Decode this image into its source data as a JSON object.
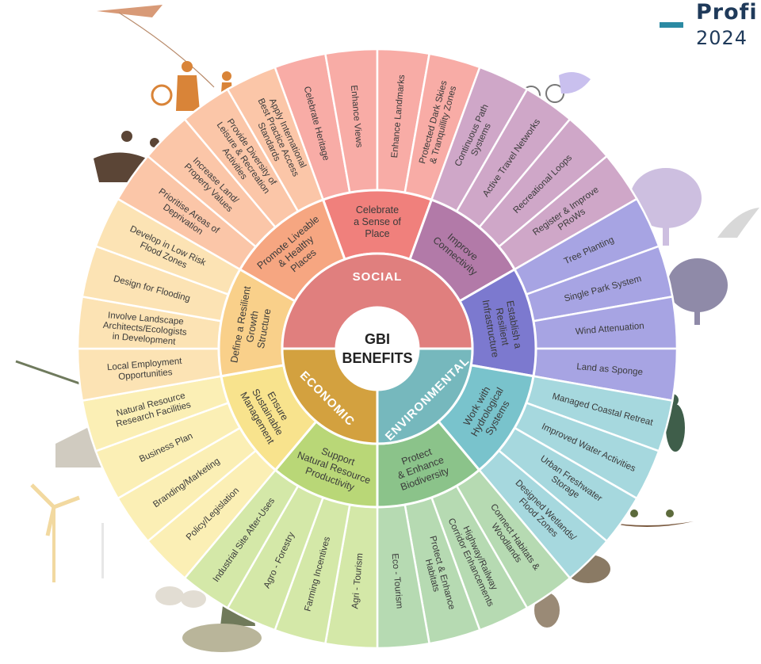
{
  "header": {
    "title": "Profi",
    "subtitle": "2024"
  },
  "center": {
    "line1": "GBI",
    "line2": "BENEFITS"
  },
  "colors": {
    "social": "#e07f7e",
    "environmental": "#76b8bd",
    "economic": "#d3a13f"
  },
  "categories": [
    {
      "label": "SOCIAL"
    },
    {
      "label": "ENVIRONMENTAL"
    },
    {
      "label": "ECONOMIC"
    }
  ],
  "themes": [
    {
      "lines": [
        "Celebrate",
        "a Sense of",
        "Place"
      ],
      "color": "#f0807c"
    },
    {
      "lines": [
        "Improve",
        "Connectivity"
      ],
      "color": "#b27aa8"
    },
    {
      "lines": [
        "Establish a",
        "Resilient",
        "Infrastructure"
      ],
      "color": "#7c79cf"
    },
    {
      "lines": [
        "Work with",
        "Hydrological",
        "Systems"
      ],
      "color": "#79c3cc"
    },
    {
      "lines": [
        "Protect",
        "& Enhance",
        "Biodiversity"
      ],
      "color": "#8bc38a"
    },
    {
      "lines": [
        "Support",
        "Natural Resource",
        "Productivity"
      ],
      "color": "#b9d777"
    },
    {
      "lines": [
        "Ensure",
        "Sustainable",
        "Management"
      ],
      "color": "#f8e38d"
    },
    {
      "lines": [
        "Define a Resilient",
        "Growth",
        "Structure"
      ],
      "color": "#f9d08a"
    },
    {
      "lines": [
        "Promote Liveable",
        "& Healthy",
        "Places"
      ],
      "color": "#f6a681"
    }
  ],
  "actions": [
    {
      "lines": [
        "Celebrate Heritage"
      ],
      "color": "#f8aca6"
    },
    {
      "lines": [
        "Enhance Views"
      ],
      "color": "#f8aca6"
    },
    {
      "lines": [
        "Enhance Landmarks"
      ],
      "color": "#f8aca6"
    },
    {
      "lines": [
        "Protected Dark Skies",
        "& Tranquillity Zones"
      ],
      "color": "#f8aca6"
    },
    {
      "lines": [
        "Continuous Path",
        "Systems"
      ],
      "color": "#cfa7c8"
    },
    {
      "lines": [
        "Active Travel Networks"
      ],
      "color": "#cfa7c8"
    },
    {
      "lines": [
        "Recreational Loops"
      ],
      "color": "#cfa7c8"
    },
    {
      "lines": [
        "Register & Improve",
        "PRoWs"
      ],
      "color": "#cfa7c8"
    },
    {
      "lines": [
        "Tree Planting"
      ],
      "color": "#a7a4e3"
    },
    {
      "lines": [
        "Single Park System"
      ],
      "color": "#a7a4e3"
    },
    {
      "lines": [
        "Wind Attenuation"
      ],
      "color": "#a7a4e3"
    },
    {
      "lines": [
        "Land as Sponge"
      ],
      "color": "#a7a4e3"
    },
    {
      "lines": [
        "Managed Coastal Retreat"
      ],
      "color": "#a6d8de"
    },
    {
      "lines": [
        "Improved Water Activities"
      ],
      "color": "#a6d8de"
    },
    {
      "lines": [
        "Urban Freshwater",
        "Storage"
      ],
      "color": "#a6d8de"
    },
    {
      "lines": [
        "Designed Wetlands/",
        "Flood Zones"
      ],
      "color": "#a6d8de"
    },
    {
      "lines": [
        "Connect Habitats &",
        "Woodlands"
      ],
      "color": "#b6dab2"
    },
    {
      "lines": [
        "Highway/Railway",
        "Corridor Enhancements"
      ],
      "color": "#b6dab2"
    },
    {
      "lines": [
        "Protect & Enhance",
        "Habitats"
      ],
      "color": "#b6dab2"
    },
    {
      "lines": [
        "Eco - Tourism"
      ],
      "color": "#b6dab2"
    },
    {
      "lines": [
        "Agri - Tourism"
      ],
      "color": "#d4e8a8"
    },
    {
      "lines": [
        "Farming Incentives"
      ],
      "color": "#d4e8a8"
    },
    {
      "lines": [
        "Agro - Forestry"
      ],
      "color": "#d4e8a8"
    },
    {
      "lines": [
        "Industrial Site After-Uses"
      ],
      "color": "#d4e8a8"
    },
    {
      "lines": [
        "Policy/Legislation"
      ],
      "color": "#fbefb5"
    },
    {
      "lines": [
        "Branding/Marketing"
      ],
      "color": "#fbefb5"
    },
    {
      "lines": [
        "Business Plan"
      ],
      "color": "#fbefb5"
    },
    {
      "lines": [
        "Natural Resource",
        "Research Facilities"
      ],
      "color": "#fbefb5"
    },
    {
      "lines": [
        "Local Employment",
        "Opportunities"
      ],
      "color": "#fce3b4"
    },
    {
      "lines": [
        "Involve Landscape",
        "Architects/Ecologists",
        "in Development"
      ],
      "color": "#fce3b4"
    },
    {
      "lines": [
        "Design for Flooding"
      ],
      "color": "#fce3b4"
    },
    {
      "lines": [
        "Develop in Low Risk",
        "Flood Zones"
      ],
      "color": "#fce3b4"
    },
    {
      "lines": [
        "Prioritise Areas of",
        "Deprivation"
      ],
      "color": "#fbc6a8"
    },
    {
      "lines": [
        "Increase Land/",
        "Property Values"
      ],
      "color": "#fbc6a8"
    },
    {
      "lines": [
        "Provide Diversity of",
        "Leisure & Recreation",
        "Activities"
      ],
      "color": "#fbc6a8"
    },
    {
      "lines": [
        "Apply International",
        "Best Practice Access",
        "Standards"
      ],
      "color": "#fbc6a8"
    }
  ],
  "illustrations": [
    {
      "name": "kite-icon"
    },
    {
      "name": "family-icon"
    },
    {
      "name": "horse-rider-icon"
    },
    {
      "name": "cyclists-icon"
    },
    {
      "name": "trees-icon"
    },
    {
      "name": "bird-icon"
    },
    {
      "name": "kingfisher-icon"
    },
    {
      "name": "kayak-icon"
    },
    {
      "name": "hedgehog-icon"
    },
    {
      "name": "hare-icon"
    },
    {
      "name": "farmer-icon"
    },
    {
      "name": "sheep-icon"
    },
    {
      "name": "wind-turbine-icon"
    },
    {
      "name": "crane-icon"
    }
  ]
}
